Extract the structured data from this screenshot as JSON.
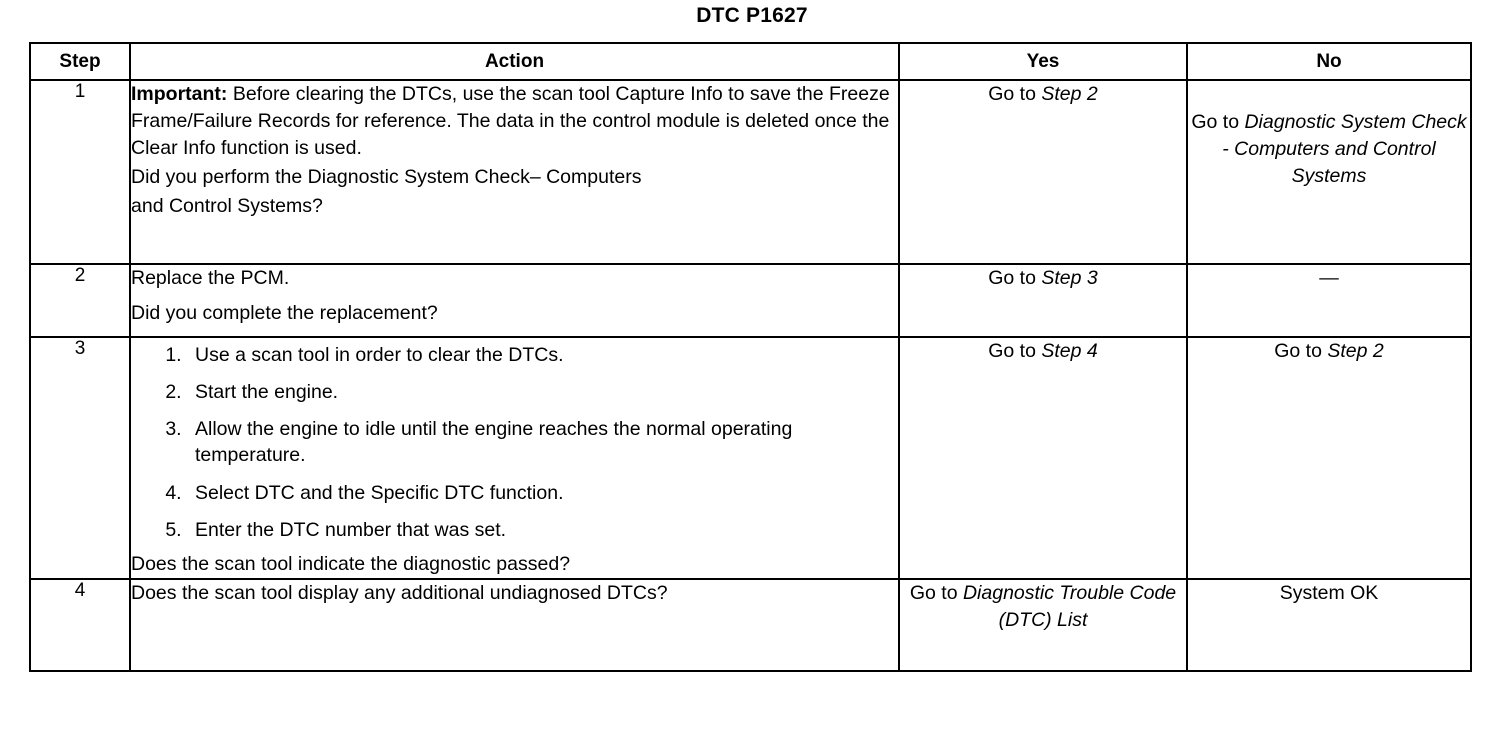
{
  "title": "DTC P1627",
  "table": {
    "headers": {
      "step": "Step",
      "action": "Action",
      "yes": "Yes",
      "no": "No"
    },
    "rows": [
      {
        "step": "1",
        "action": {
          "important_label": "Important:",
          "important_text": " Before clearing the DTCs, use the scan tool Capture Info to save the Freeze Frame/Failure Records for reference. The data in the control module is deleted once the Clear Info function is used.",
          "question_line1": "Did you perform the Diagnostic System Check– Computers",
          "question_line2": "and Control Systems?"
        },
        "yes": {
          "prefix": "Go to ",
          "target": "Step 2"
        },
        "no": {
          "prefix": "Go to ",
          "target": "Diagnostic System Check - Computers and Control Systems"
        }
      },
      {
        "step": "2",
        "action": {
          "line1": "Replace the PCM.",
          "line2": "Did you complete the replacement?"
        },
        "yes": {
          "prefix": "Go to ",
          "target": "Step 3"
        },
        "no": {
          "prefix": "",
          "target": "—"
        }
      },
      {
        "step": "3",
        "action": {
          "list": [
            "Use a scan tool in order to clear the DTCs.",
            "Start the engine.",
            "Allow the engine to idle until the engine reaches the normal operating temperature.",
            "Select DTC and the Specific DTC function.",
            "Enter the DTC number that was set."
          ],
          "question": "Does the scan tool indicate the diagnostic passed?"
        },
        "yes": {
          "prefix": "Go to ",
          "target": "Step 4"
        },
        "no": {
          "prefix": "Go to ",
          "target": "Step 2"
        }
      },
      {
        "step": "4",
        "action": {
          "question": "Does the scan tool display any additional undiagnosed DTCs?"
        },
        "yes": {
          "prefix": "Go to ",
          "target": "Diagnostic Trouble Code (DTC) List"
        },
        "no": {
          "prefix": "",
          "target": "System OK"
        }
      }
    ]
  }
}
